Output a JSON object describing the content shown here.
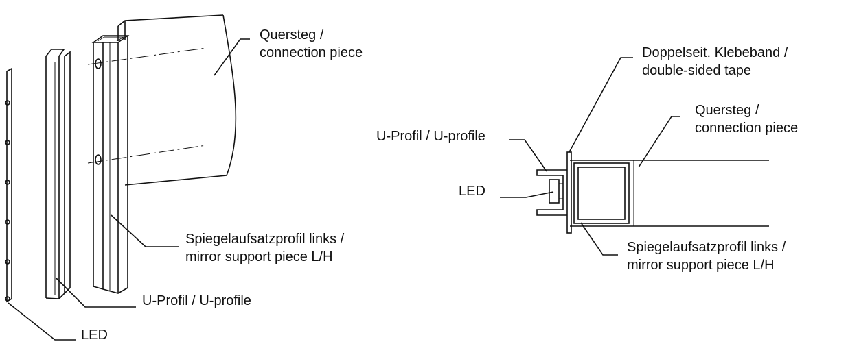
{
  "left_view": {
    "labels": {
      "quersteg": {
        "line1": "Quersteg /",
        "line2": "connection piece"
      },
      "spiegelaufsatz": {
        "line1": "Spiegelaufsatzprofil links /",
        "line2": "mirror support piece L/H"
      },
      "uprofil": {
        "line1": "U-Profil / U-profile"
      },
      "led": {
        "line1": "LED"
      }
    }
  },
  "right_view": {
    "labels": {
      "tape": {
        "line1": "Doppelseit. Klebeband /",
        "line2": "double-sided tape"
      },
      "quersteg": {
        "line1": "Quersteg /",
        "line2": "connection piece"
      },
      "uprofil": {
        "line1": "U-Profil / U-profile"
      },
      "led": {
        "line1": "LED"
      },
      "spiegelaufsatz": {
        "line1": "Spiegelaufsatzprofil links /",
        "line2": "mirror support piece L/H"
      }
    }
  }
}
